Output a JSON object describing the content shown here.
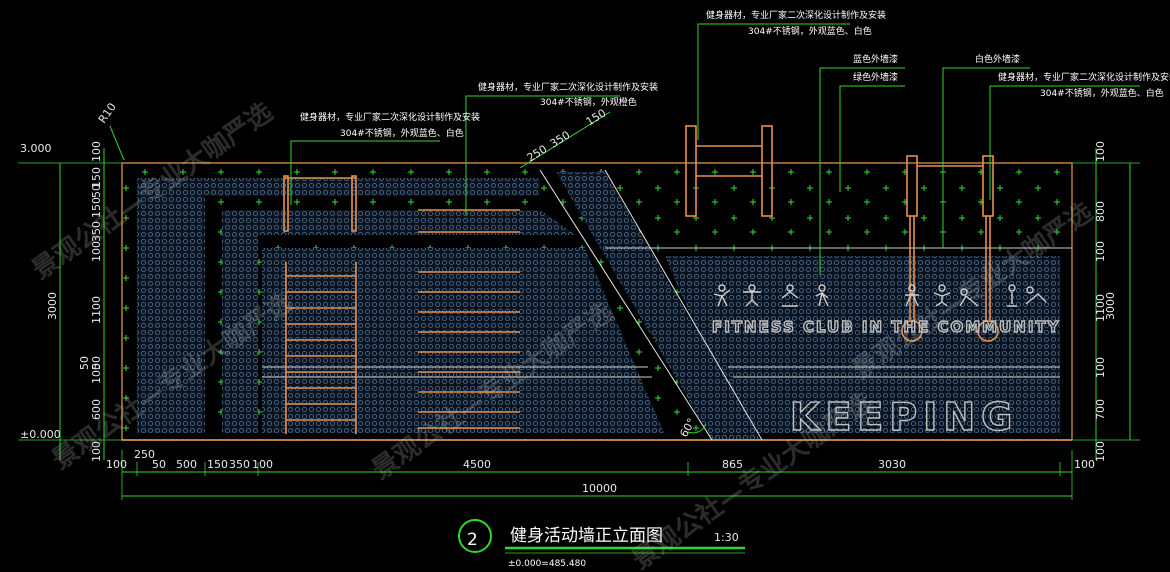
{
  "drawing": {
    "title": "健身活动墙正立面图",
    "scale": "1:30",
    "number": "2",
    "datum_note": "±0.000=485.480"
  },
  "elevations": {
    "top": "3.000",
    "ground": "±0.000"
  },
  "radius_label": "R10",
  "left_dims": [
    "100",
    "150",
    "50",
    "150",
    "350",
    "100",
    "1100",
    "50",
    "50",
    "100",
    "600",
    "100"
  ],
  "left_total": "3000",
  "right_dims": [
    "100",
    "800",
    "100",
    "1100",
    "100",
    "700",
    "100"
  ],
  "right_total": "3000",
  "bottom_dims": [
    "100",
    "250",
    "50",
    "500",
    "150",
    "350",
    "100",
    "4500",
    "865",
    "3030",
    "100"
  ],
  "bottom_total": "10000",
  "top_dims": [
    "250",
    "350",
    "150"
  ],
  "angle_label": "60°",
  "annotations": {
    "a1_line1": "健身器材，专业厂家二次深化设计制作及安装",
    "a1_line2": "304#不锈钢，外观蓝色、白色",
    "a2_line1": "健身器材，专业厂家二次深化设计制作及安装",
    "a2_line2": "304#不锈钢，外观橙色",
    "a3_line1": "健身器材，专业厂家二次深化设计制作及安装",
    "a3_line2": "304#不锈钢，外观蓝色、白色",
    "blue_paint": "蓝色外墙漆",
    "green_paint": "绿色外墙漆",
    "white_paint": "白色外墙漆",
    "a4_line1": "健身器材，专业厂家二次深化设计制作及安装",
    "a4_line2": "304#不锈钢，外观蓝色、白色"
  },
  "wall_text": {
    "slogan": "FITNESS CLUB IN THE COMMUNITY",
    "brand": "KEEPING"
  },
  "watermark": "景观公社—专业大咖严选",
  "colors": {
    "outline": "#e8a04a",
    "dimension": "#2fd82f",
    "leader": "#2fd82f",
    "hatch": "#4c6a8c",
    "cross": "#32e032",
    "equipment": "#e8904a"
  }
}
